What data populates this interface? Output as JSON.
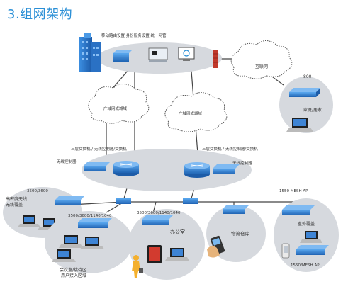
{
  "title": "3.组网架构",
  "labels": {
    "top_services": "移动路由设置   身份服务设置   统一网管",
    "internet": "互联网",
    "label_800": "800",
    "home_office": "家庭/居家",
    "wan_left": "广域网或城域",
    "wan_right": "广域网或城域",
    "core_left": "三层交换机 / 无线控制器/交换机",
    "core_right": "三层交换机 / 无线控制器/交换机",
    "wlc_left": "无线控制器",
    "wlc_right": "无线控制器",
    "ap_3500_top": "3500/3600",
    "dense_area": "高密度无线\n无线覆盖",
    "ap_3500_1040": "3500/3600/1140/1040",
    "ap_3500_1040_b": "3500/3600/1140/1040",
    "office": "办公室",
    "warehouse": "物流仓库",
    "mesh_ap": "1550 MESH AP",
    "outdoor": "室外覆盖",
    "mesh_ap_b": "1550/MESH AP",
    "conference": "会议室/接待区\n用户接入区域"
  },
  "colors": {
    "accent": "#2a8fd6",
    "device": "#2f7fd4",
    "line": "#444444",
    "zone": "#d6d9de"
  }
}
